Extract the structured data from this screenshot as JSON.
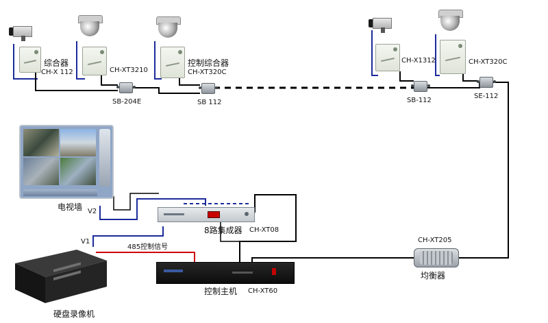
{
  "diagram": {
    "labels": {
      "left_encoder_name": "综合器",
      "left_encoder_model": "CH-X 112",
      "dome_encoder_left_model": "CH-XT3210",
      "controller_name": "控制综合器",
      "controller_model": "CH-XT320C",
      "splitter_1": "SB-204E",
      "splitter_2": "SB 112",
      "right_encoder_model_1": "CH-X1312",
      "right_encoder_model_2": "CH-XT320C",
      "splitter_3": "SB-112",
      "splitter_4": "SE-112",
      "video_wall": "电视墙",
      "v2": "V2",
      "v1": "V1",
      "integrator_name": "8路集成器",
      "integrator_model": "CH-XT08",
      "signal_label": "485控制信号",
      "amp_model": "CH-XT205",
      "amp_name": "均衡器",
      "host_name": "控制主机",
      "host_model": "CH-XT60",
      "dvr_name": "硬盘录像机"
    },
    "icons": {
      "box_camera": "box-camera-icon",
      "dome_camera": "dome-camera-icon",
      "encoder": "encoder-box-icon",
      "splitter": "splitter-icon",
      "monitor": "video-wall-monitor-icon",
      "rack_unit": "integrator-rack-icon",
      "host": "control-host-icon",
      "dvr": "dvr-tower-icon",
      "amplifier": "line-equalizer-icon"
    },
    "colors": {
      "video_cable": "#1a2a9a",
      "coax": "#000000",
      "control_signal": "#cc0000",
      "dashed_link": "#000000"
    }
  }
}
